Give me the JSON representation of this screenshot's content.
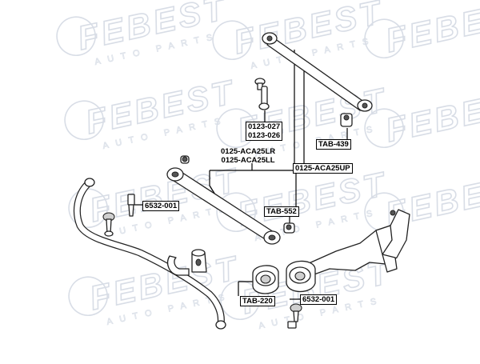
{
  "watermark": {
    "brand": "FEBEST",
    "tagline": "AUTO PARTS",
    "color": "#d8dde6"
  },
  "callouts": {
    "link_upper_a": "0123-027",
    "link_upper_b": "0123-026",
    "arm_lower_a": "0125-ACA25LR",
    "arm_lower_b": "0125-ACA25LL",
    "bushing_upper": "TAB-439",
    "arm_upper": "0125-ACA25UP",
    "bushing_arm": "TAB-552",
    "bolt_left": "6532-001",
    "bolt_right": "6532-001",
    "bushing_knuckle": "TAB-220"
  },
  "icons": {
    "stabilizer": "stabilizer-bar-icon",
    "lower_arm": "lower-arm-icon",
    "upper_arm": "upper-arm-icon",
    "knuckle": "knuckle-bracket-icon",
    "bolt": "bolt-icon",
    "bushing": "bushing-icon",
    "end_link": "stabilizer-link-icon"
  }
}
